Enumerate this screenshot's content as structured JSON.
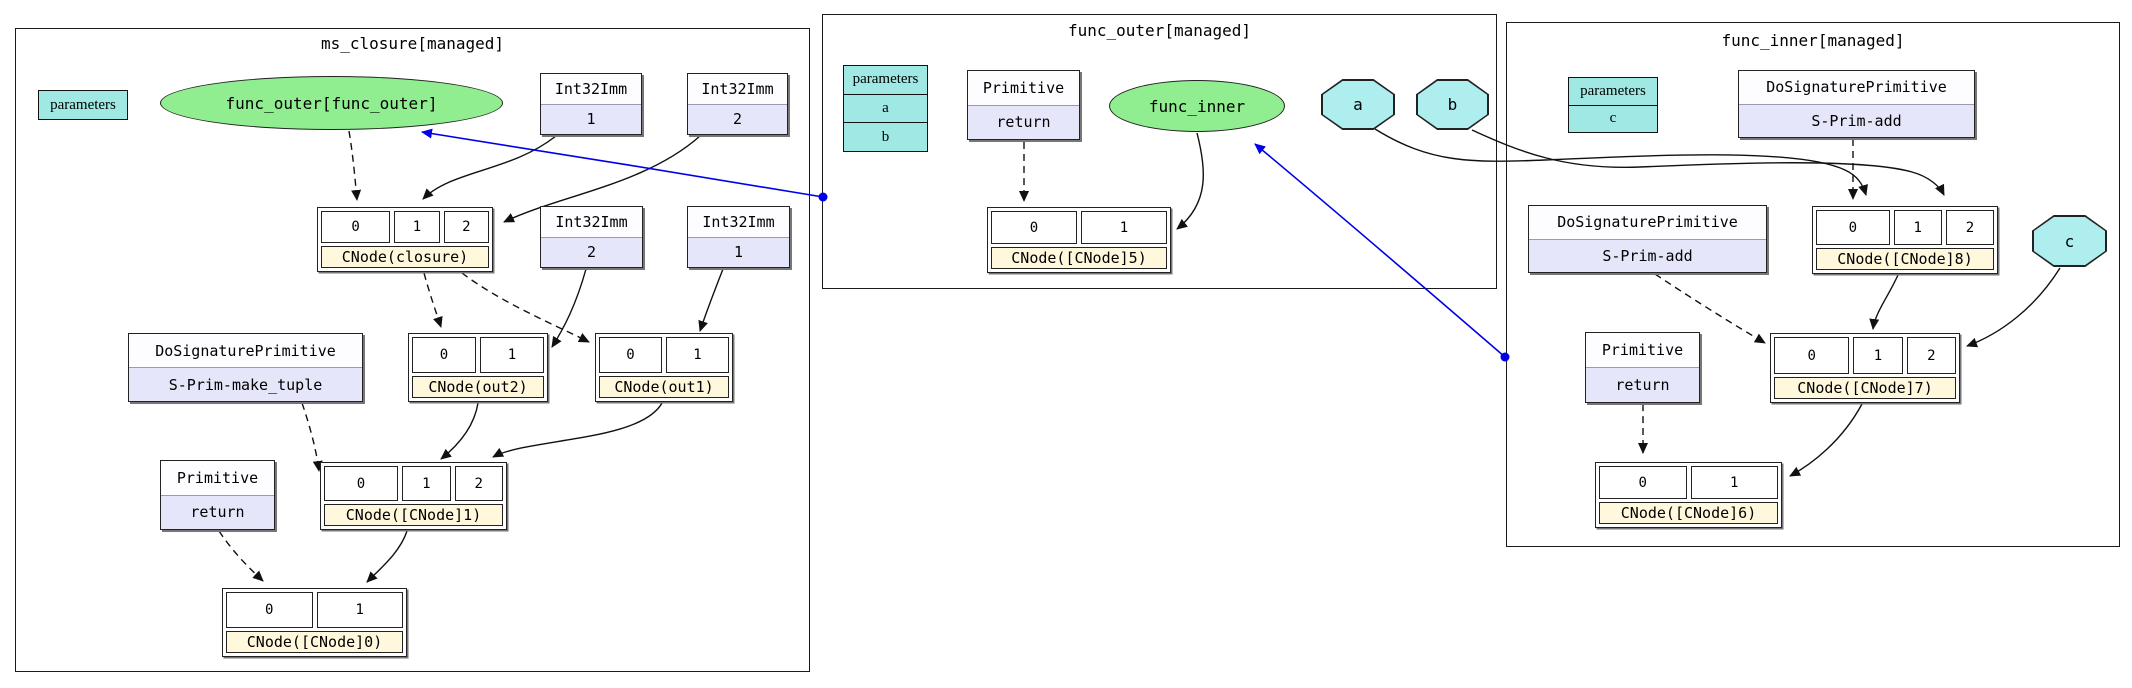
{
  "clusters": {
    "ms": {
      "title": "ms_closure[managed]"
    },
    "outer": {
      "title": "func_outer[managed]"
    },
    "inner": {
      "title": "func_inner[managed]"
    }
  },
  "nodes": {
    "params_ms": {
      "header": "parameters"
    },
    "ellipse_func_outer": {
      "label": "func_outer[func_outer]"
    },
    "imm_a": {
      "type": "Int32Imm",
      "value": "1"
    },
    "imm_b": {
      "type": "Int32Imm",
      "value": "2"
    },
    "imm_c": {
      "type": "Int32Imm",
      "value": "2"
    },
    "imm_d": {
      "type": "Int32Imm",
      "value": "1"
    },
    "closure": {
      "ports": [
        "0",
        "1",
        "2"
      ],
      "label": "CNode(closure)"
    },
    "make_tuple": {
      "type": "DoSignaturePrimitive",
      "value": "S-Prim-make_tuple"
    },
    "out2": {
      "ports": [
        "0",
        "1"
      ],
      "label": "CNode(out2)"
    },
    "out1": {
      "ports": [
        "0",
        "1"
      ],
      "label": "CNode(out1)"
    },
    "return_ms": {
      "type": "Primitive",
      "value": "return"
    },
    "cnode1": {
      "ports": [
        "0",
        "1",
        "2"
      ],
      "label": "CNode([CNode]1)"
    },
    "cnode0": {
      "ports": [
        "0",
        "1"
      ],
      "label": "CNode([CNode]0)"
    },
    "params_outer": {
      "header": "parameters",
      "rows": [
        "a",
        "b"
      ]
    },
    "return_outer": {
      "type": "Primitive",
      "value": "return"
    },
    "ellipse_func_inner": {
      "label": "func_inner"
    },
    "oct_a": {
      "label": "a"
    },
    "oct_b": {
      "label": "b"
    },
    "cnode5": {
      "ports": [
        "0",
        "1"
      ],
      "label": "CNode([CNode]5)"
    },
    "params_inner": {
      "header": "parameters",
      "rows": [
        "c"
      ]
    },
    "dosig_top": {
      "type": "DoSignaturePrimitive",
      "value": "S-Prim-add"
    },
    "dosig_left": {
      "type": "DoSignaturePrimitive",
      "value": "S-Prim-add"
    },
    "cnode8": {
      "ports": [
        "0",
        "1",
        "2"
      ],
      "label": "CNode([CNode]8)"
    },
    "oct_c": {
      "label": "c"
    },
    "return_inner": {
      "type": "Primitive",
      "value": "return"
    },
    "cnode7": {
      "ports": [
        "0",
        "1",
        "2"
      ],
      "label": "CNode([CNode]7)"
    },
    "cnode6": {
      "ports": [
        "0",
        "1"
      ],
      "label": "CNode([CNode]6)"
    }
  },
  "edges": [
    {
      "from": "func_outer[func_outer]",
      "to": "CNode(closure):0",
      "style": "dashed",
      "color": "black"
    },
    {
      "from": "Int32Imm 1",
      "to": "CNode(closure):1",
      "style": "solid",
      "color": "black"
    },
    {
      "from": "Int32Imm 2",
      "to": "CNode(closure):2",
      "style": "solid",
      "color": "black"
    },
    {
      "from": "CNode(closure)",
      "to": "CNode(out2):0",
      "style": "dashed",
      "color": "black"
    },
    {
      "from": "CNode(closure)",
      "to": "CNode(out1):0",
      "style": "dashed",
      "color": "black"
    },
    {
      "from": "Int32Imm 2",
      "to": "CNode(out2):1",
      "style": "solid",
      "color": "black"
    },
    {
      "from": "Int32Imm 1",
      "to": "CNode(out1):1",
      "style": "solid",
      "color": "black"
    },
    {
      "from": "CNode(out2)",
      "to": "CNode([CNode]1):1",
      "style": "solid",
      "color": "black"
    },
    {
      "from": "CNode(out1)",
      "to": "CNode([CNode]1):2",
      "style": "solid",
      "color": "black"
    },
    {
      "from": "S-Prim-make_tuple",
      "to": "CNode([CNode]1):0",
      "style": "dashed",
      "color": "black"
    },
    {
      "from": "Primitive return",
      "to": "CNode([CNode]0):0",
      "style": "dashed",
      "color": "black"
    },
    {
      "from": "CNode([CNode]1)",
      "to": "CNode([CNode]0):1",
      "style": "solid",
      "color": "black"
    },
    {
      "from": "cluster func_outer",
      "to": "func_outer[func_outer]",
      "style": "solid",
      "color": "blue"
    },
    {
      "from": "Primitive return",
      "to": "CNode([CNode]5):0",
      "style": "dashed",
      "color": "black"
    },
    {
      "from": "func_inner",
      "to": "CNode([CNode]5):1",
      "style": "solid",
      "color": "black"
    },
    {
      "from": "a",
      "to": "CNode([CNode]8):1",
      "style": "solid",
      "color": "black"
    },
    {
      "from": "b",
      "to": "CNode([CNode]8):2",
      "style": "solid",
      "color": "black"
    },
    {
      "from": "cluster func_inner",
      "to": "func_inner",
      "style": "solid",
      "color": "blue"
    },
    {
      "from": "S-Prim-add",
      "to": "CNode([CNode]8):0",
      "style": "dashed",
      "color": "black"
    },
    {
      "from": "S-Prim-add",
      "to": "CNode([CNode]7):0",
      "style": "dashed",
      "color": "black"
    },
    {
      "from": "CNode([CNode]8)",
      "to": "CNode([CNode]7):1",
      "style": "solid",
      "color": "black"
    },
    {
      "from": "c",
      "to": "CNode([CNode]7):2",
      "style": "solid",
      "color": "black"
    },
    {
      "from": "Primitive return",
      "to": "CNode([CNode]6):0",
      "style": "dashed",
      "color": "black"
    },
    {
      "from": "CNode([CNode]7)",
      "to": "CNode([CNode]6):1",
      "style": "solid",
      "color": "black"
    }
  ],
  "colors": {
    "function_ellipse": "#90EE90",
    "parameters_table": "#9FE8E4",
    "parameter_octagon": "#AFEEEE",
    "primitive_box": "#E6E6FA",
    "cnode_label": "#FFF8DC",
    "graph_edge_blue": "#0000E8"
  }
}
